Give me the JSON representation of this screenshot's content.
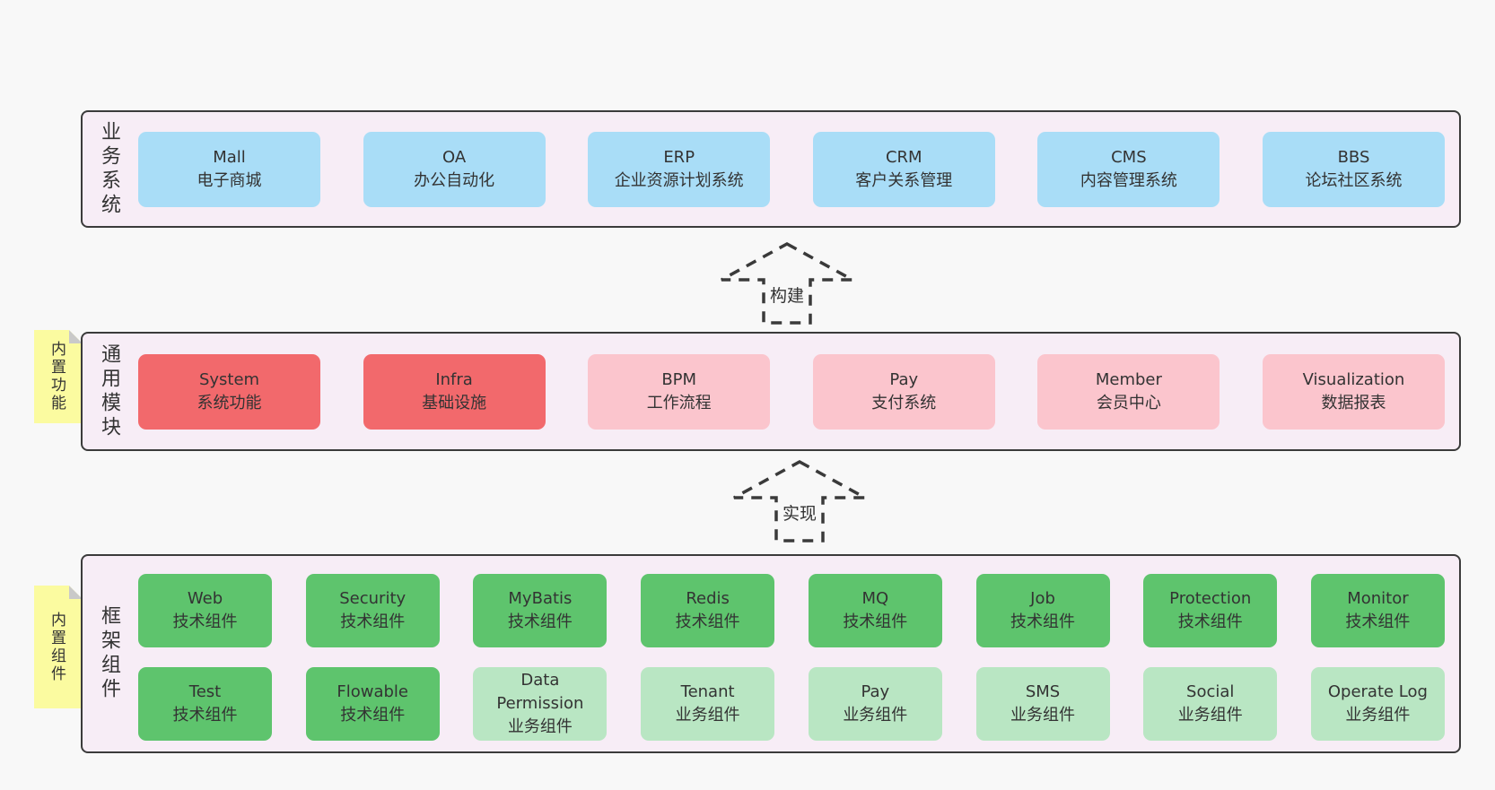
{
  "colors": {
    "page-bg": "#f8f8f8",
    "band-bg": "#f7edf6",
    "band-border": "#3b3b3b",
    "blue": "#a9ddf7",
    "red": "#f2696c",
    "pink": "#fbc5cd",
    "green": "#5ec46d",
    "green-light": "#b9e6c3",
    "yellow": "#fbfba0",
    "fold": "#c9c9c9",
    "text": "#333333",
    "arrow": "#3a3a3a"
  },
  "bands": [
    {
      "label": "业务系统",
      "rows": [
        [
          {
            "name": "Mall",
            "desc": "电子商城"
          },
          {
            "name": "OA",
            "desc": "办公自动化"
          },
          {
            "name": "ERP",
            "desc": "企业资源计划系统"
          },
          {
            "name": "CRM",
            "desc": "客户关系管理"
          },
          {
            "name": "CMS",
            "desc": "内容管理系统"
          },
          {
            "name": "BBS",
            "desc": "论坛社区系统"
          }
        ]
      ]
    },
    {
      "label": "通用模块",
      "note": "内置功能",
      "rows": [
        [
          {
            "name": "System",
            "desc": "系统功能"
          },
          {
            "name": "Infra",
            "desc": "基础设施"
          },
          {
            "name": "BPM",
            "desc": "工作流程"
          },
          {
            "name": "Pay",
            "desc": "支付系统"
          },
          {
            "name": "Member",
            "desc": "会员中心"
          },
          {
            "name": "Visualization",
            "desc": "数据报表"
          }
        ]
      ]
    },
    {
      "label": "框架组件",
      "note": "内置组件",
      "rows": [
        [
          {
            "name": "Web",
            "desc": "技术组件"
          },
          {
            "name": "Security",
            "desc": "技术组件"
          },
          {
            "name": "MyBatis",
            "desc": "技术组件"
          },
          {
            "name": "Redis",
            "desc": "技术组件"
          },
          {
            "name": "MQ",
            "desc": "技术组件"
          },
          {
            "name": "Job",
            "desc": "技术组件"
          },
          {
            "name": "Protection",
            "desc": "技术组件"
          },
          {
            "name": "Monitor",
            "desc": "技术组件"
          }
        ],
        [
          {
            "name": "Test",
            "desc": "技术组件"
          },
          {
            "name": "Flowable",
            "desc": "技术组件"
          },
          {
            "name": "Data Permission",
            "desc": "业务组件"
          },
          {
            "name": "Tenant",
            "desc": "业务组件"
          },
          {
            "name": "Pay",
            "desc": "业务组件"
          },
          {
            "name": "SMS",
            "desc": "业务组件"
          },
          {
            "name": "Social",
            "desc": "业务组件"
          },
          {
            "name": "Operate Log",
            "desc": "业务组件"
          }
        ]
      ]
    }
  ],
  "arrows": [
    {
      "label": "构建"
    },
    {
      "label": "实现"
    }
  ]
}
